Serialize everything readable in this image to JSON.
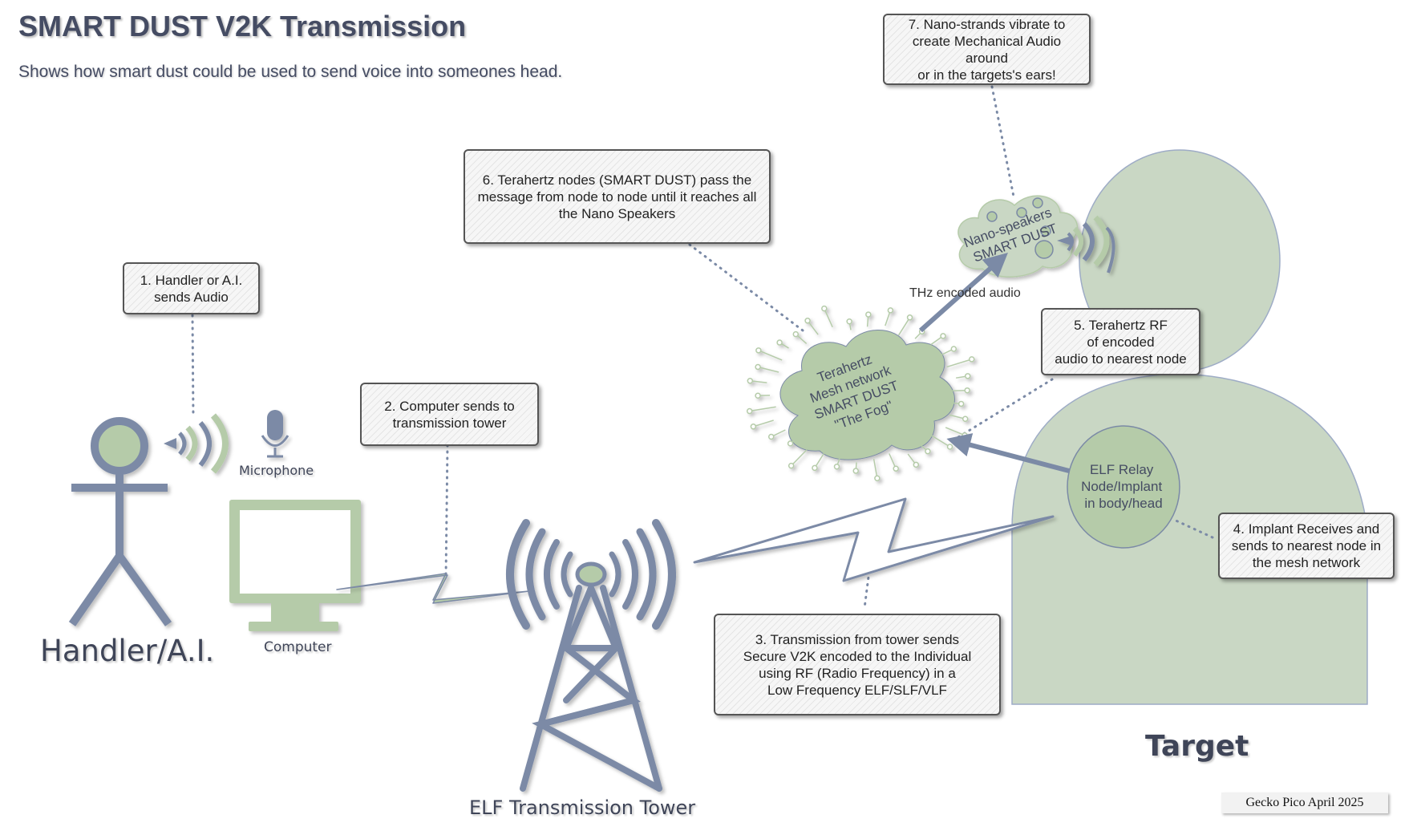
{
  "title": "SMART DUST V2K Transmission",
  "subtitle": "Shows how smart dust could be used to send voice into someones head.",
  "callouts": {
    "c1": "1. Handler or A.I.\nsends Audio",
    "c2": "2. Computer sends to\ntransmission tower",
    "c3": "3. Transmission from tower sends\nSecure V2K encoded to the Individual\nusing RF (Radio Frequency) in a\nLow Frequency ELF/SLF/VLF",
    "c4": "4. Implant Receives and\nsends to nearest node in\nthe mesh network",
    "c5": "5. Terahertz RF\nof encoded\naudio to nearest node",
    "c6": "6. Terahertz nodes (SMART DUST) pass the\nmessage from node to node until it reaches all\nthe Nano Speakers",
    "c7": "7. Nano-strands vibrate to\ncreate Mechanical Audio around\nor in the targets's ears!"
  },
  "labels": {
    "handler": "Handler/A.I.",
    "microphone": "Microphone",
    "computer": "Computer",
    "tower": "ELF Transmission Tower",
    "target": "Target",
    "thz_audio": "THz encoded audio",
    "elf_relay": [
      "ELF Relay",
      "Node/Implant",
      "in body/head"
    ],
    "mesh": [
      "Terahertz",
      "Mesh network",
      "SMART DUST",
      "\"The Fog\""
    ],
    "nano": [
      "Nano-speakers",
      "SMART DUST"
    ]
  },
  "credit": "Gecko Pico April 2025",
  "colors": {
    "green": "#b5cba9",
    "green_body": "#c9d7c4",
    "steel": "#7b8aa6",
    "dark_text": "#454c63"
  }
}
